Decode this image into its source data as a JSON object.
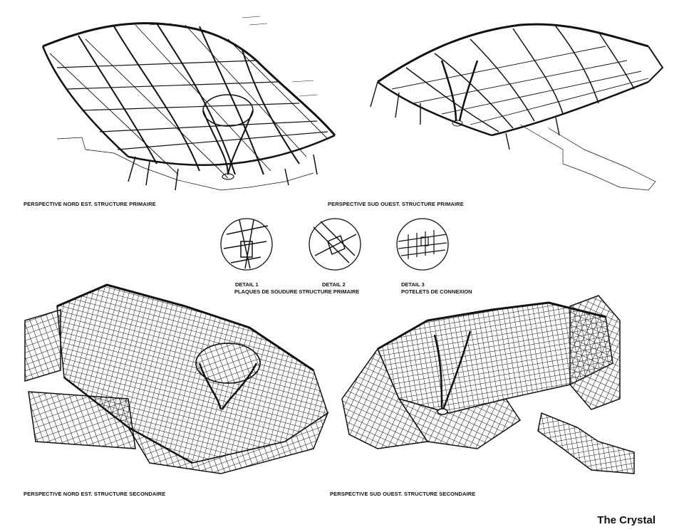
{
  "captions": {
    "top_left": "PERSPECTIVE NORD EST. STRUCTURE PRIMAIRE",
    "top_right": "PERSPECTIVE SUD OUEST. STRUCTURE PRIMAIRE",
    "bottom_left": "PERSPECTIVE NORD EST. STRUCTURE SECONDAIRE",
    "bottom_right": "PERSPECTIVE SUD OUEST. STRUCTURE SECONDAIRE"
  },
  "details": {
    "detail1_title": "DETAIL 1",
    "detail1_subtitle": "PLAQUES DE SOUDURE STRUCTURE PRIMAIRE",
    "detail2_title": "DETAIL 2",
    "detail3_title": "DETAIL 3",
    "detail3_subtitle": "POTELETS DE CONNEXION"
  },
  "credit": "The Crystal"
}
